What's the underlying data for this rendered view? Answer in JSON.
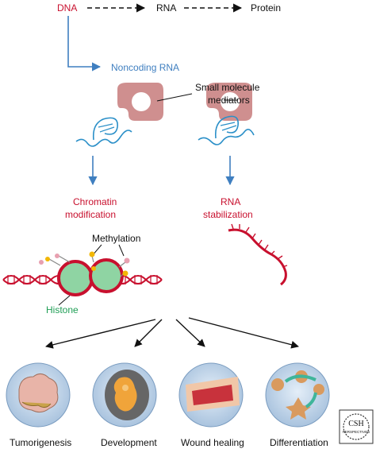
{
  "pathway": {
    "dna": "DNA",
    "rna": "RNA",
    "protein": "Protein",
    "noncoding": "Noncoding RNA"
  },
  "mediators": {
    "label_line1": "Small molecule",
    "label_line2": "mediators"
  },
  "chromatin": {
    "line1": "Chromatin",
    "line2": "modification"
  },
  "rna_stab": {
    "line1": "RNA",
    "line2": "stabilization"
  },
  "methylation": "Methylation",
  "histone": "Histone",
  "outcomes": [
    "Tumorigenesis",
    "Development",
    "Wound healing",
    "Differentiation"
  ],
  "logo": {
    "line1": "CSH",
    "line2": "PERSPECTIVES"
  },
  "colors": {
    "red": "#c8102e",
    "blue": "#3f7fc0",
    "green": "#1f9e55",
    "mediator": "#cf8f8f",
    "histone": "#8fd4a3"
  }
}
